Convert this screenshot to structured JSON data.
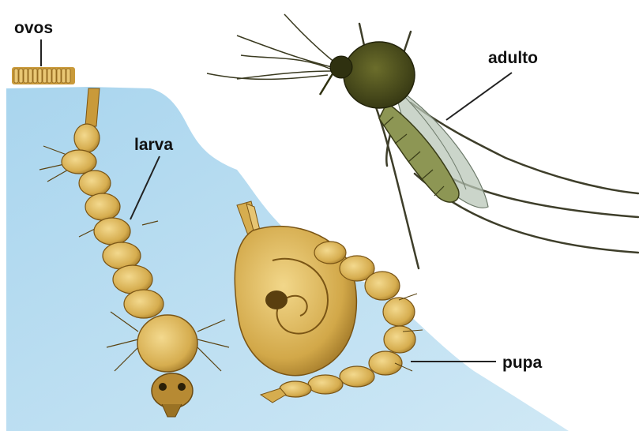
{
  "labels": {
    "ovos": "ovos",
    "larva": "larva",
    "adulto": "adulto",
    "pupa": "pupa"
  },
  "colors": {
    "water": "#b5dbef",
    "body_tan": "#d9b45a",
    "body_dark": "#8f6a1e",
    "thorax_green": "#4d5220",
    "leader_line": "#222222"
  }
}
